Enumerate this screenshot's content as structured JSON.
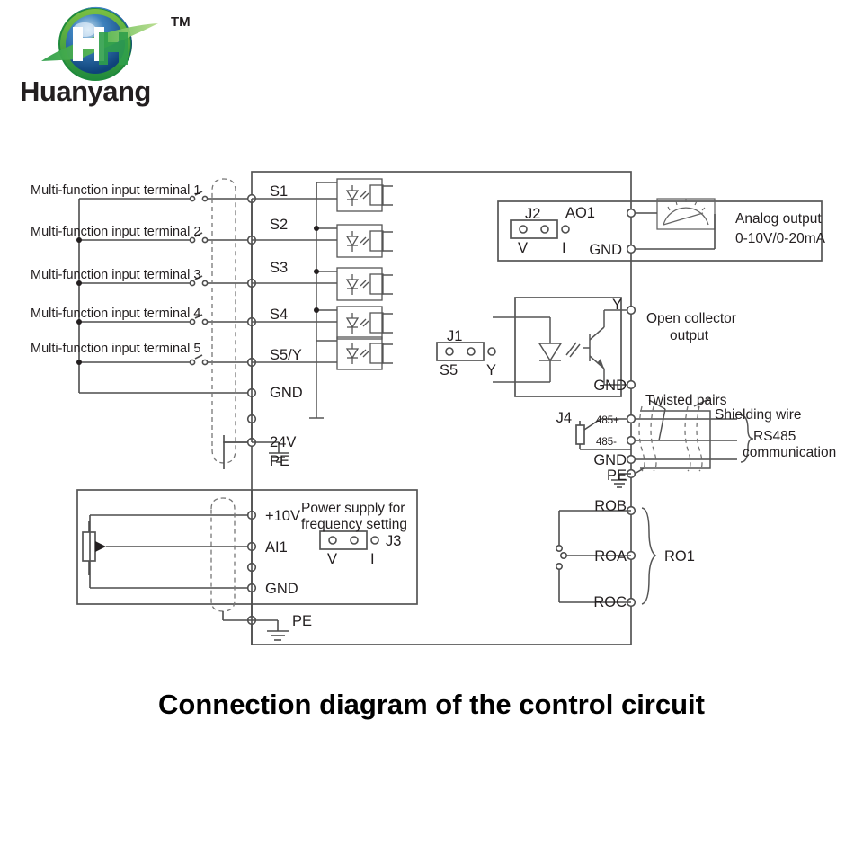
{
  "brand": {
    "name": "Huanyang",
    "trademark": "TM",
    "logo_icon": "huanyang-globe-logo",
    "colors": {
      "green": "#38a84a",
      "blue": "#1b5fa8",
      "dark": "#231f20"
    }
  },
  "title": "Connection diagram of the control circuit",
  "left_inputs": {
    "labels": [
      "Multi-function input terminal 1",
      "Multi-function input terminal 2",
      "Multi-function input terminal 3",
      "Multi-function input terminal 4",
      "Multi-function input terminal 5"
    ],
    "terminals": [
      "S1",
      "S2",
      "S3",
      "S4",
      "S5/Y"
    ],
    "gnd": "GND",
    "v24": "24V",
    "pe": "PE"
  },
  "analog_input": {
    "plus10v": "+10V",
    "ai1": "AI1",
    "gnd": "GND",
    "pe": "PE",
    "note_line1": "Power supply for",
    "note_line2": "frequency setting",
    "jumper": {
      "name": "J3",
      "left_label": "V",
      "right_label": "I"
    }
  },
  "analog_output": {
    "jumper": {
      "name": "J2",
      "left_label": "V",
      "right_label": "I"
    },
    "ao1": "AO1",
    "gnd": "GND",
    "note_line1": "Analog output",
    "note_line2": "0-10V/0-20mA",
    "meter_icon": "analog-meter-icon"
  },
  "open_collector": {
    "jumper": {
      "name": "J1",
      "left_label": "S5",
      "right_label": "Y"
    },
    "y": "Y",
    "gnd": "GND",
    "note_line1": "Open collector",
    "note_line2": "output",
    "optocoupler_icon": "optocoupler-icon"
  },
  "rs485": {
    "jumper": "J4",
    "plus": "485+",
    "minus": "485-",
    "gnd": "GND",
    "pe": "PE",
    "twisted_pairs": "Twisted pairs",
    "shielding_wire": "Shielding wire",
    "note_line1": "RS485",
    "note_line2": "communication"
  },
  "relay": {
    "rob": "ROB",
    "roa": "ROA",
    "roc": "ROC",
    "name": "RO1"
  }
}
